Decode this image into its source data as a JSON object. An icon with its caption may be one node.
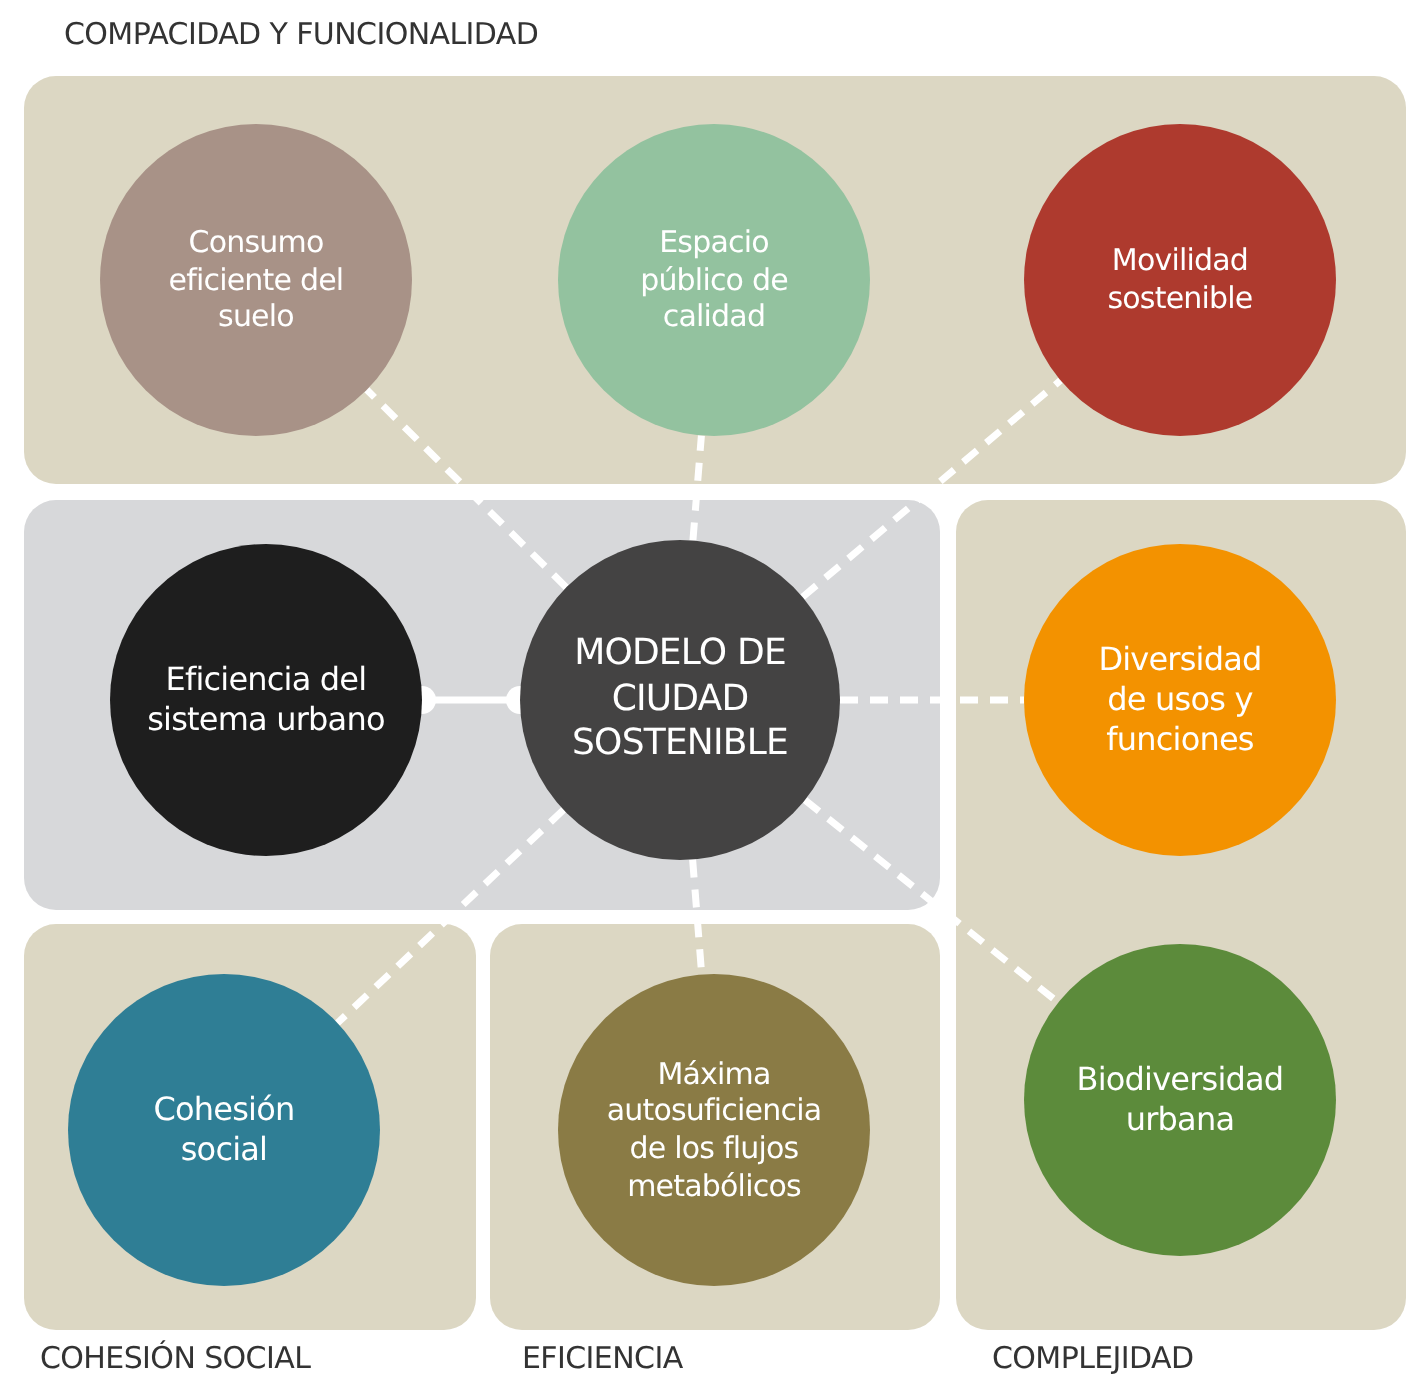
{
  "diagram": {
    "nodes": [
      {
        "text": [
          "COMPACIDAD Y FUNCIONALIDAD"
        ]
      },
      {
        "text": [
          "Consumo eficiente del suelo"
        ],
        "in": 0
      },
      {
        "text": [
          "Espacio público de calidad"
        ],
        "in": 0
      },
      {
        "text": [
          "Movilidad sostenible"
        ],
        "in": 0
      },
      {
        "text": [],
        "shape": "box"
      },
      {
        "text": [
          "Eficiencia del sistema urbano"
        ],
        "in": 4
      },
      {
        "text": [
          "MODELO DE CIUDAD SOSTENIBLE"
        ],
        "in": 4
      },
      {
        "text": [
          "COMPLEJIDAD"
        ]
      },
      {
        "text": [
          "Diversidad de usos y funciones"
        ],
        "in": 7
      },
      {
        "text": [
          "Biodiversidad urbana"
        ],
        "in": 7
      },
      {
        "text": [
          "COHESIÓN SOCIAL"
        ]
      },
      {
        "text": [
          "Cohesión social"
        ],
        "in": 10
      },
      {
        "text": [
          "EFICIENCIA"
        ]
      },
      {
        "text": [
          "Máxima autosuficiencia de los flujos metabólicos"
        ],
        "in": 12
      }
    ],
    "edges": [
      {
        "from": 6,
        "to": 1,
        "arrow": "none",
        "style": "dashed"
      },
      {
        "from": 6,
        "to": 2,
        "arrow": "none",
        "style": "dashed"
      },
      {
        "from": 6,
        "to": 3,
        "arrow": "none",
        "style": "dashed"
      },
      {
        "from": 6,
        "to": 5,
        "arrow": "other"
      },
      {
        "from": 6,
        "to": 8,
        "arrow": "none",
        "style": "dashed"
      },
      {
        "from": 6,
        "to": 11,
        "arrow": "none",
        "style": "dashed"
      },
      {
        "from": 6,
        "to": 13,
        "arrow": "none",
        "style": "dashed"
      },
      {
        "from": 6,
        "to": 9,
        "arrow": "none",
        "style": "dashed"
      }
    ]
  }
}
